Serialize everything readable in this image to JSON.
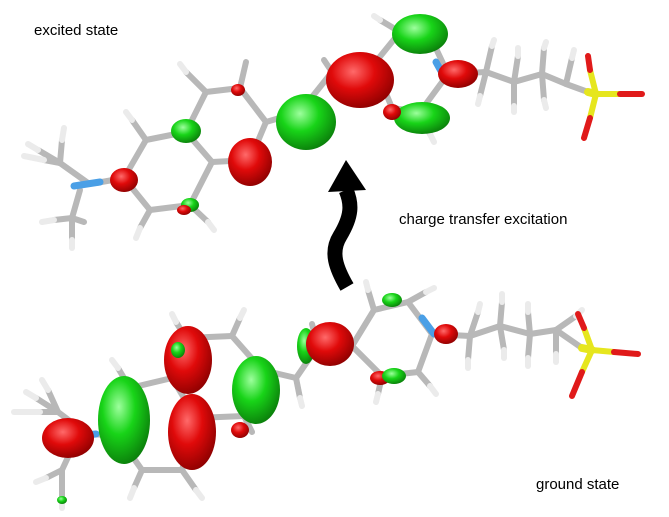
{
  "labels": {
    "excited_state": "excited state",
    "ground_state": "ground state",
    "transition": "charge transfer excitation"
  },
  "colors": {
    "background": "#ffffff",
    "bond": "#b8b8b8",
    "hydrogen": "#ebebeb",
    "nitrogen": "#4a9fe6",
    "sulfur": "#e6e61e",
    "oxygen": "#e01a1a",
    "orbital_positive": "#e00a0a",
    "orbital_negative": "#18d418",
    "arrow": "#000000"
  }
}
